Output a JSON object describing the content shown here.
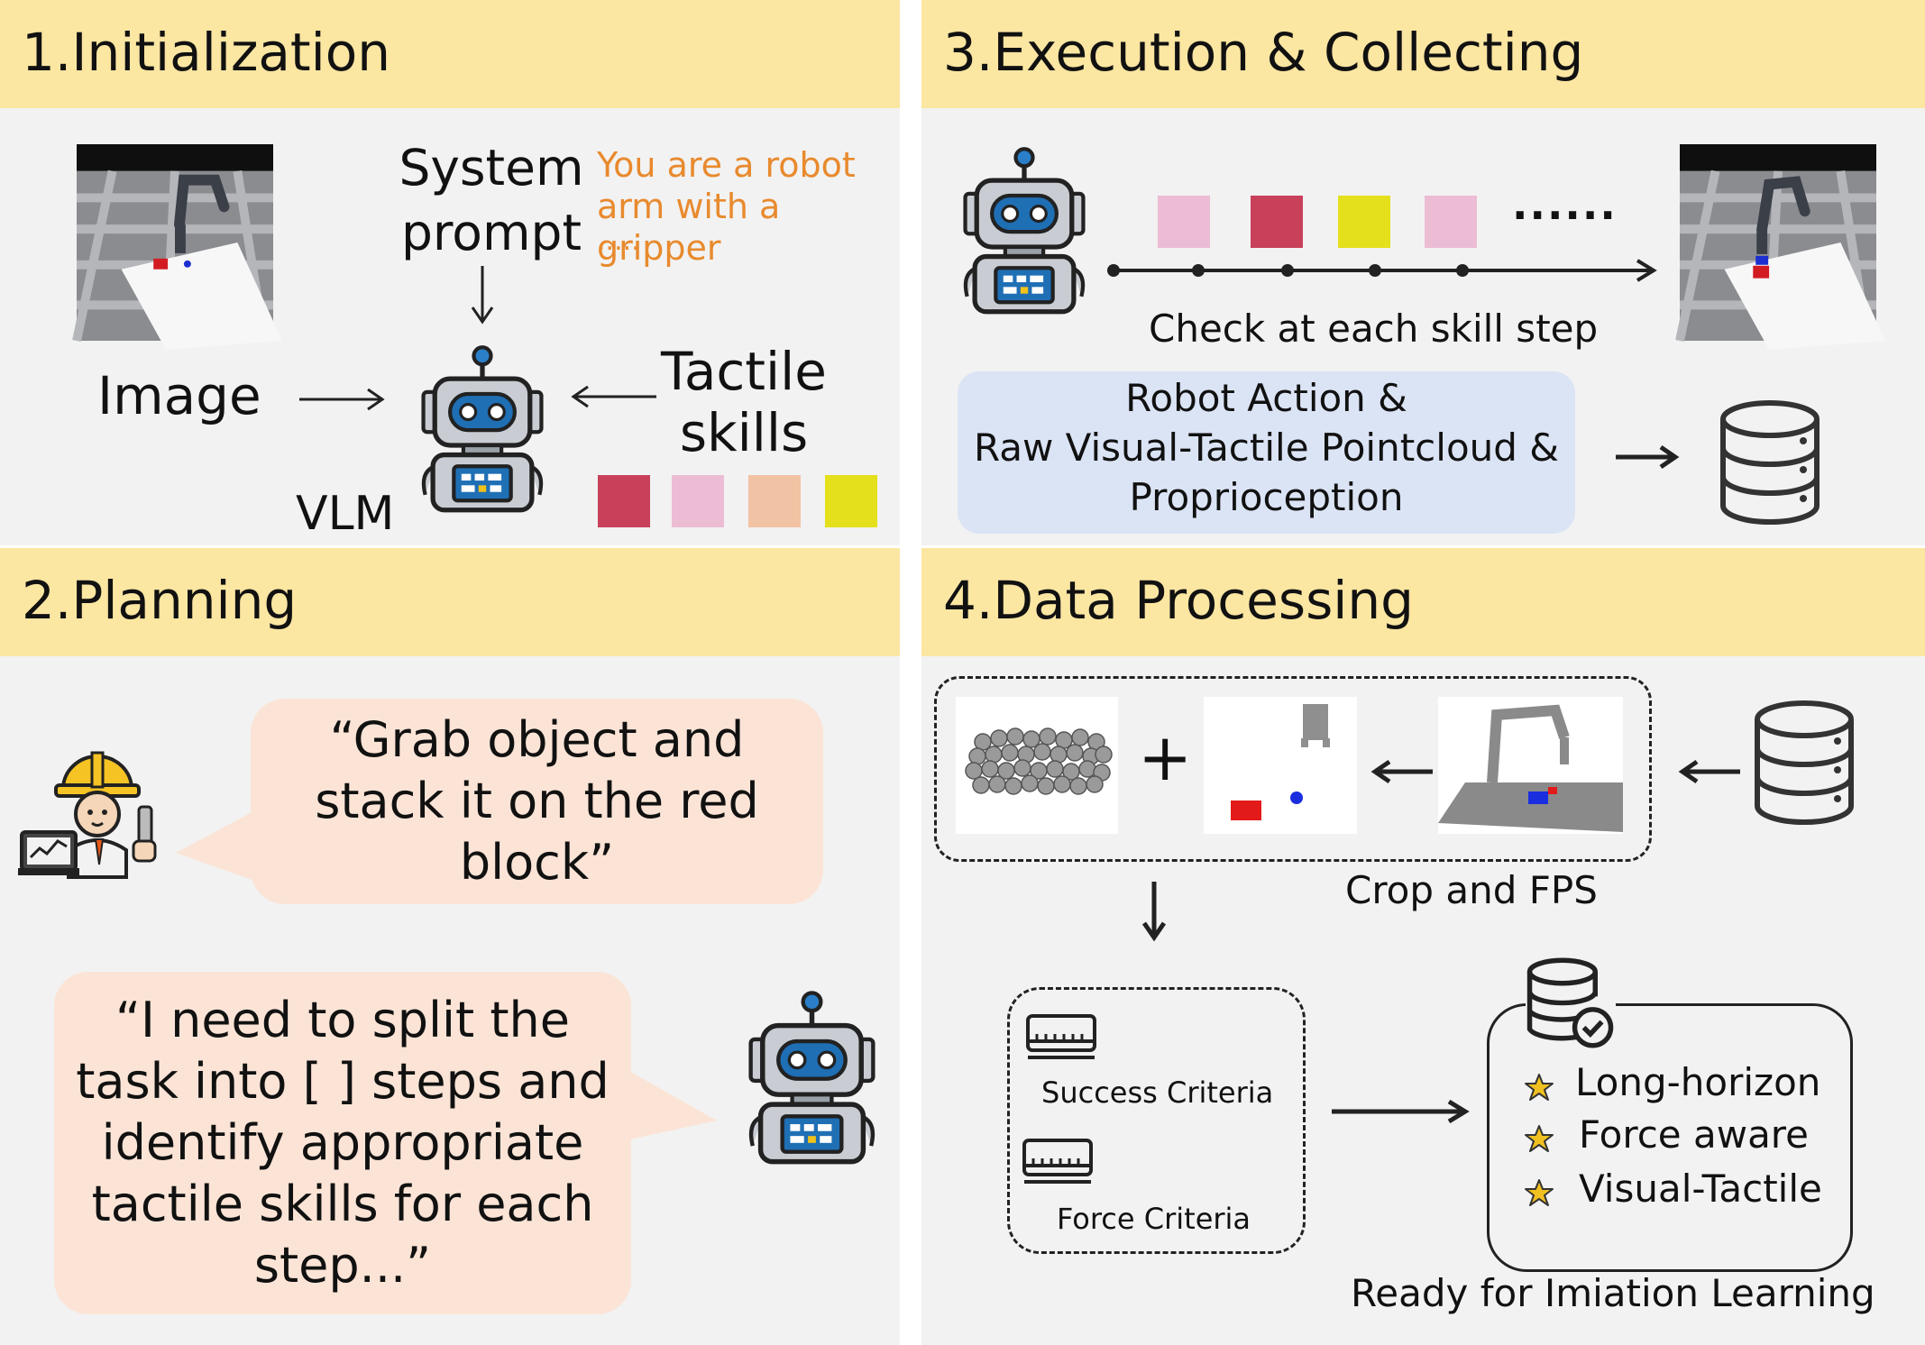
{
  "panels": {
    "p1": {
      "title": "1.Initialization",
      "system_label": "System prompt",
      "system_text": "You are a robot arm with a gripper",
      "system_ellipsis": ".....",
      "image_label": "Image",
      "vlm_label": "VLM",
      "tactile_label": "Tactile skills",
      "skill_colors": [
        "#c8405a",
        "#ecbcd4",
        "#f2c2a4",
        "#e4e01c"
      ]
    },
    "p2": {
      "title": "2.Planning",
      "user_quote": "“Grab object and stack it on the red block”",
      "robot_quote": "“I need to split the task into [ ] steps and identify appropriate tactile skills for each step...”"
    },
    "p3": {
      "title": "3.Execution & Collecting",
      "step_colors": [
        "#ecbcd4",
        "#c8405a",
        "#e4e01c",
        "#ecbcd4"
      ],
      "dots": "......",
      "check_label": "Check at each skill step",
      "data_line1": "Robot Action &",
      "data_line2": "Raw Visual-Tactile Pointcloud &",
      "data_line3": "Proprioception"
    },
    "p4": {
      "title": "4.Data Processing",
      "plus": "+",
      "crop_label": "Crop and FPS",
      "success_label": "Success Criteria",
      "force_label": "Force Criteria",
      "features": [
        "Long-horizon",
        "Force aware",
        "Visual-Tactile"
      ],
      "ready_label": "Ready for Imiation Learning"
    }
  },
  "colors": {
    "header": "#fbe6a2",
    "panel": "#f2f2f2",
    "orange_text": "#e88a2e",
    "bubble": "#fbe4d6",
    "data_box": "#dbe4f5",
    "robot_blue": "#1f6fb5",
    "star": "#f0c020"
  }
}
